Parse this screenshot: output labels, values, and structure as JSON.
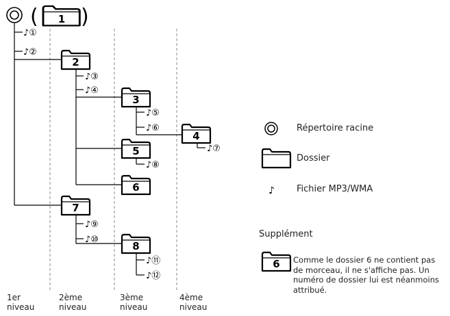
{
  "root": {
    "bracket_open": "(",
    "folder": "1",
    "bracket_close": ")"
  },
  "folders": [
    {
      "id": "2",
      "tracks": [
        "♪③",
        "♪④"
      ]
    },
    {
      "id": "3",
      "tracks": [
        "♪⑤",
        "♪⑥"
      ]
    },
    {
      "id": "4",
      "tracks": [
        "♪⑦"
      ]
    },
    {
      "id": "5",
      "tracks": [
        "♪⑧"
      ]
    },
    {
      "id": "6",
      "tracks": []
    },
    {
      "id": "7",
      "tracks": [
        "♪⑨",
        "♪⑩"
      ]
    },
    {
      "id": "8",
      "tracks": [
        "♪⑪",
        "♪⑫"
      ]
    }
  ],
  "root_tracks": [
    "♪①",
    "♪②"
  ],
  "levels": [
    {
      "line1": "1er",
      "line2": "niveau"
    },
    {
      "line1": "2ème",
      "line2": "niveau"
    },
    {
      "line1": "3ème",
      "line2": "niveau"
    },
    {
      "line1": "4ème",
      "line2": "niveau"
    }
  ],
  "legend": {
    "root_label": "Répertoire racine",
    "folder_label": "Dossier",
    "file_label": "Fichier MP3/WMA"
  },
  "supplement": {
    "title": "Supplément",
    "folder": "6",
    "text": "Comme le dossier 6 ne contient pas de morceau, il ne s'affiche pas. Un numéro de dossier lui est néanmoins attribué."
  }
}
